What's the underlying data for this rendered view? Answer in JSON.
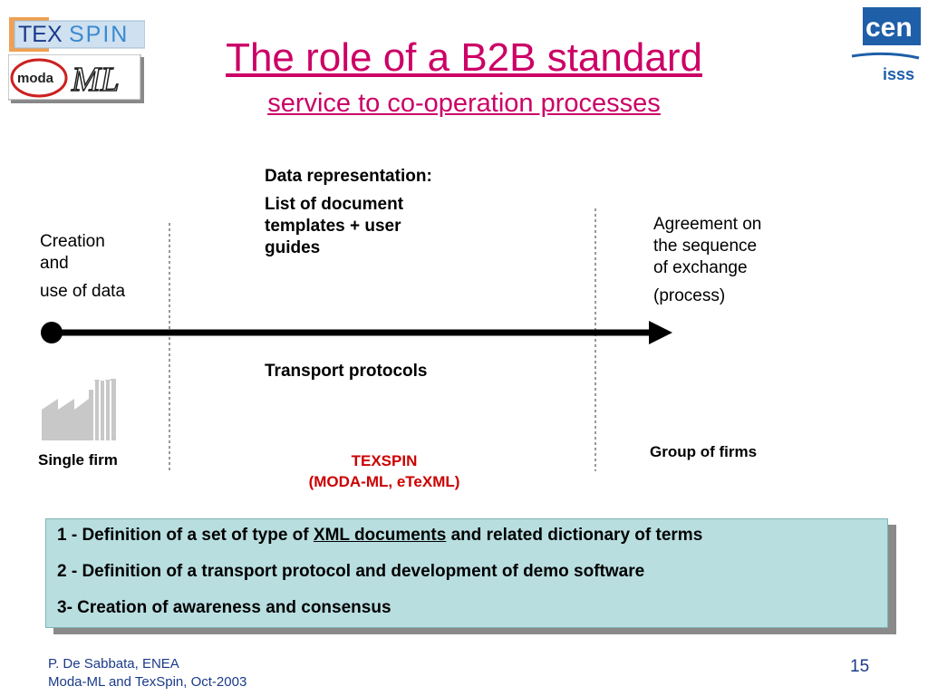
{
  "logos": {
    "texspin": {
      "part1": "TEX",
      "part2": "SPIN",
      "color_tex": "#1a3a8a",
      "color_spin": "#3a8ad0",
      "bg": "#cfe0f0"
    },
    "modaml": {
      "moda": "moda",
      "ml": "ML"
    },
    "cen": {
      "top": "cen",
      "bottom": "isss",
      "color": "#1e5fa8"
    }
  },
  "title": {
    "main": "The role of a B2B standard",
    "subtitle": "service to co-operation processes",
    "color": "#cc0066"
  },
  "diagram": {
    "creation_lines": [
      "Creation",
      "and",
      "use of data"
    ],
    "agreement_lines": [
      "Agreement on",
      "the sequence",
      "of exchange",
      "(process)"
    ],
    "data_rep_heading": "Data representation:",
    "data_rep_lines": [
      "List of document",
      "templates + user",
      "guides"
    ],
    "transport": "Transport protocols",
    "single_firm": "Single firm",
    "group_firms": "Group of  firms",
    "center_title": "TEXSPIN",
    "center_subtitle": "(MODA-ML, eTeXML)",
    "center_color": "#cc0000",
    "factory_icon": "factory-icon"
  },
  "info_box": {
    "line1_before": "1 - Definition of a set of type of ",
    "line1_link": "XML documents",
    "line1_after": " and related dictionary of terms",
    "line2": "2 - Definition of a transport protocol and development of demo software",
    "line3": "3- Creation of awareness and consensus",
    "bg_color": "#b8dee0"
  },
  "footer": {
    "author": "P. De Sabbata, ENEA",
    "event": "Moda-ML and TexSpin, Oct-2003",
    "page": "15"
  }
}
